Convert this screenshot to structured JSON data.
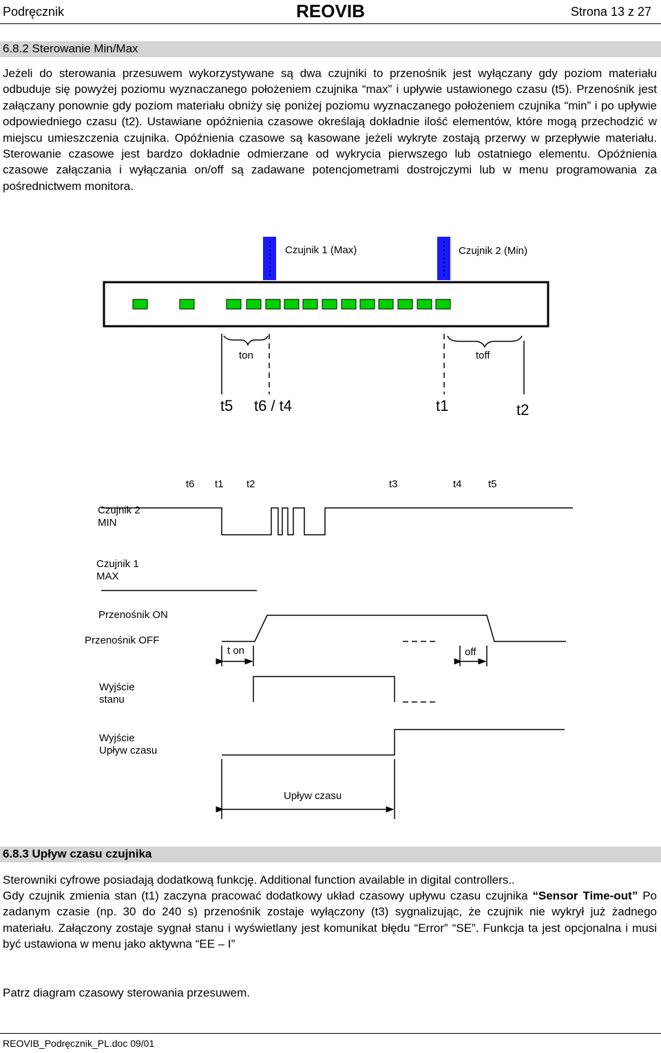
{
  "header": {
    "left": "Podręcznik",
    "center": "REOVIB",
    "right": "Strona 13 z 27"
  },
  "section1": {
    "title": "6.8.2 Sterowanie Min/Max",
    "body": "Jeżeli do sterowania przesuwem wykorzystywane są dwa czujniki to przenośnik jest wyłączany gdy poziom materiału odbuduje się powyżej poziomu wyznaczanego położeniem czujnika “max” i upływie ustawionego czasu (t5). Przenośnik jest załączany ponownie gdy poziom materiału obniży się poniżej poziomu wyznaczanego położeniem czujnika “min” i po upływie odpowiedniego czasu (t2). Ustawiane opóźnienia czasowe określają dokładnie ilość elementów, które mogą przechodzić w miejscu umieszczenia czujnika. Opóźnienia czasowe są kasowane jeżeli wykryte zostają przerwy w przepływie materiału. Sterowanie czasowe jest bardzo dokładnie odmierzane od wykrycia pierwszego lub ostatniego elementu. Opóźnienia czasowe załączania i wyłączania on/off są zadawane potencjometrami dostrojczymi lub w menu programowania za pośrednictwem monitora."
  },
  "conveyor_figure": {
    "sensor1": "Czujnik 1 (Max)",
    "sensor2": "Czujnik 2 (Min)",
    "ton": "ton",
    "toff": "toff",
    "t5": "t5",
    "t6t4": "t6 / t4",
    "t1": "t1",
    "t2": "t2",
    "colors": {
      "sensor": "#1a1aff",
      "element": "#00d000",
      "belt": "#000000"
    }
  },
  "timing_figure": {
    "top_labels": [
      "t6",
      "t1",
      "t2",
      "t3",
      "t4",
      "t5"
    ],
    "rows": [
      {
        "line1": "Czujnik 2",
        "line2": "MIN"
      },
      {
        "line1": "Czujnik 1",
        "line2": "MAX"
      },
      {
        "line1": "Przenośnik ON",
        "line2": ""
      },
      {
        "line1": "Przenośnik OFF",
        "line2": ""
      },
      {
        "line1": "Wyjście",
        "line2": "stanu"
      },
      {
        "line1": "Wyjście",
        "line2": "Upływ czasu"
      }
    ],
    "t_on": "t on",
    "off": "off",
    "uplyw": "Upływ czasu"
  },
  "section2": {
    "title": "6.8.3 Upływ czasu czujnika",
    "p1": "Sterowniki cyfrowe posiadają dodatkową funkcję. Additional function available in digital controllers..",
    "p2a": "Gdy czujnik zmienia stan (t1) zaczyna pracować dodatkowy układ czasowy upływu czasu czujnika ",
    "p2b": "“Sensor Time-out”",
    "p2c": " Po zadanym czasie (np. 30 do 240 s) przenośnik zostaje wyłączony (t3) sygnalizując, że czujnik nie wykrył już żadnego materiału. Załączony zostaje sygnał stanu i wyświetlany jest komunikat błędu “Error” “SE”. Funkcja ta jest opcjonalna i musi być ustawiona w menu jako aktywna “EE – I”",
    "p3": "Patrz diagram czasowy sterowania przesuwem."
  },
  "footer": "REOVIB_Podręcznik_PL.doc 09/01"
}
